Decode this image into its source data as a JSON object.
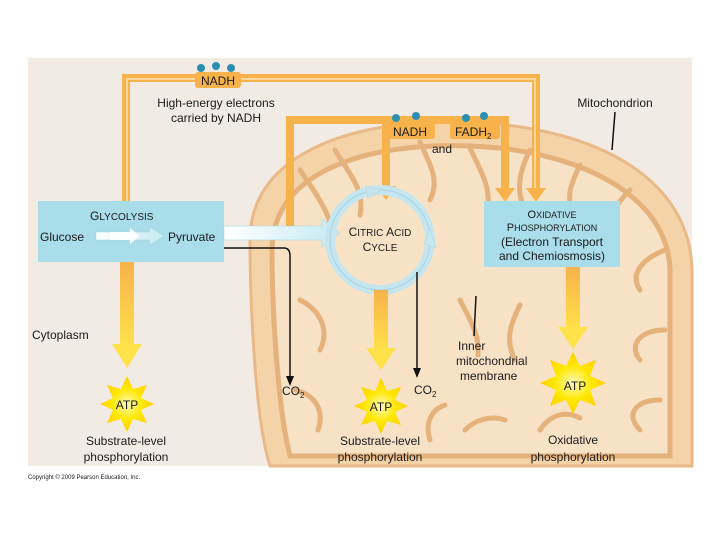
{
  "top_electron_label": "NADH",
  "high_energy_label": [
    "High-energy electrons",
    "carried by NADH"
  ],
  "mitochondrion_label": "Mitochondrion",
  "nadh_label": "NADH",
  "fadh_label": "FADH",
  "fadh_sub": "2",
  "and_label": "and",
  "glycolysis": {
    "title_big": "G",
    "title_small": "LYCOLYSIS",
    "glucose": "Glucose",
    "pyruvate": "Pyruvate"
  },
  "citric": {
    "line1_big": "C",
    "line1_small": "ITRIC ",
    "line1_big2": "A",
    "line1_small2": "CID",
    "line2_big": "C",
    "line2_small": "YCLE"
  },
  "oxidative": {
    "line1_big": "O",
    "line1_small": "XIDATIVE",
    "line2_big": "P",
    "line2_small": "HOSPHORYLATION",
    "line3": "(Electron Transport",
    "line4": "and Chemiosmosis)"
  },
  "cytoplasm_label": "Cytoplasm",
  "inner_membrane_label": [
    "Inner",
    "mitochondrial",
    "membrane"
  ],
  "co2_label": "CO",
  "co2_sub": "2",
  "atp_label": "ATP",
  "captions": {
    "substrate1": [
      "Substrate-level",
      "phosphorylation"
    ],
    "substrate2": [
      "Substrate-level",
      "phosphorylation"
    ],
    "oxidative": [
      "Oxidative",
      "phosphorylation"
    ]
  },
  "copyright": "Copyright © 2009 Pearson Education, Inc.",
  "colors": {
    "panel": "#f2ebe3",
    "mito_outer": "#f4d3a8",
    "mito_inner_fill": "#f7e2c6",
    "membrane": "#e5b27c",
    "glycolysis_box": "#a9dde9",
    "oxidative_box": "#a9dde9",
    "arrow_orange": "#f7b24b",
    "atp_yellow": "#ffe800"
  }
}
